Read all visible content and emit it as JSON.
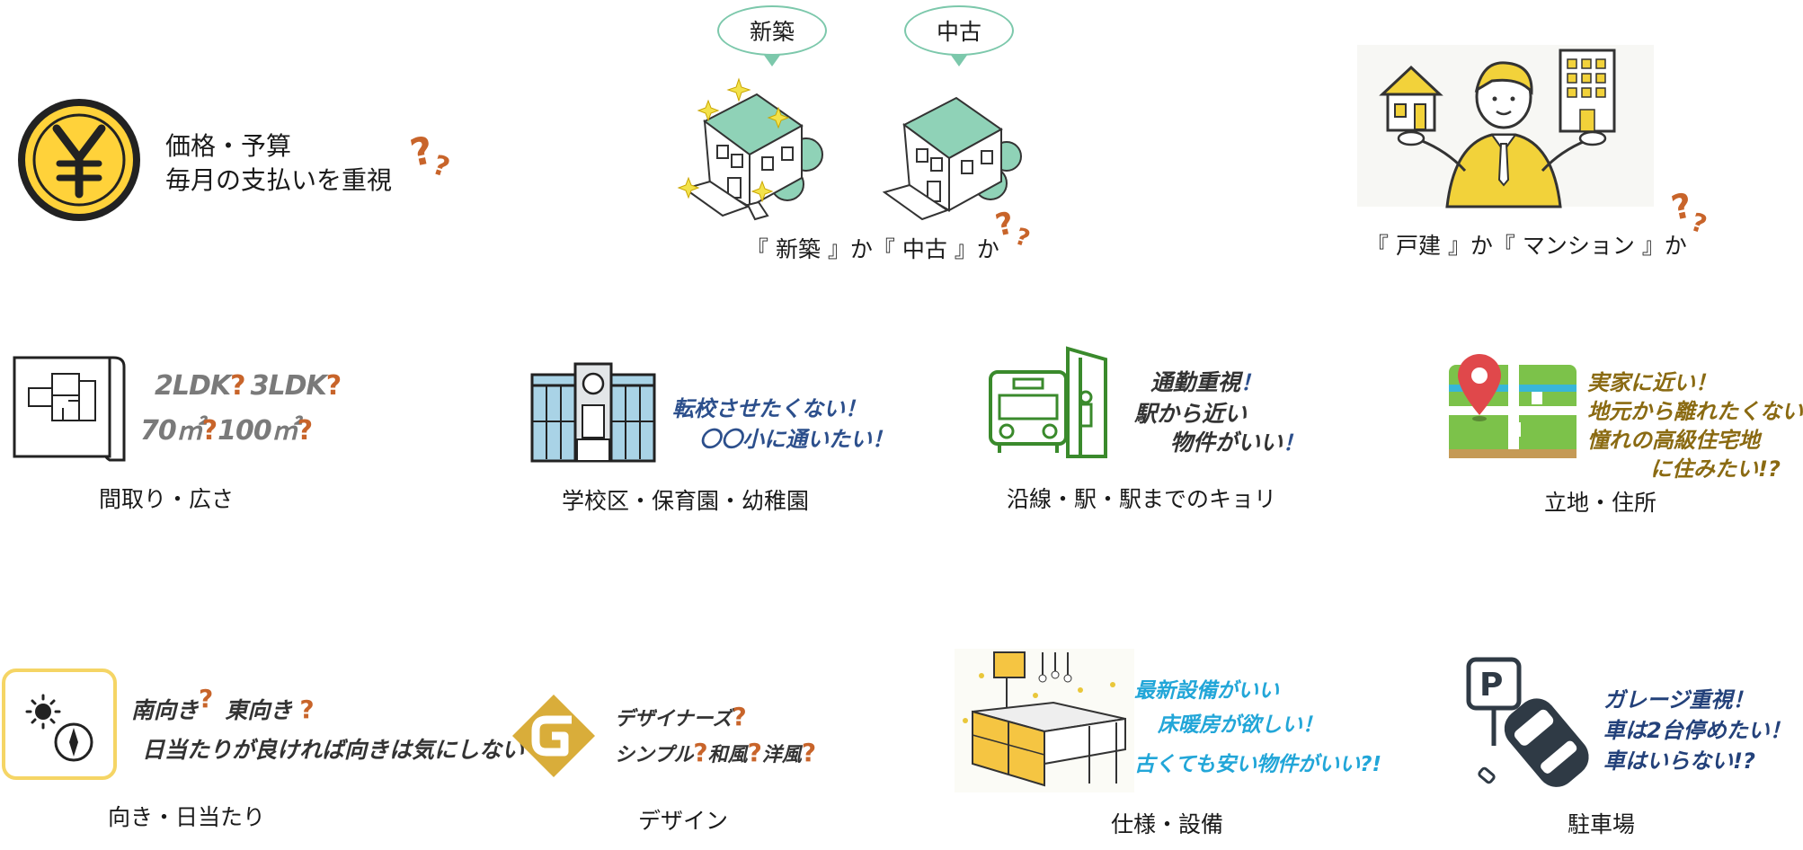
{
  "budget": {
    "line1": "価格・予算",
    "line2": "毎月の支払いを重視",
    "qmark": "?"
  },
  "new_used": {
    "bubble_new": "新築",
    "bubble_used": "中古",
    "caption": "『 新築 』か『 中古 』か",
    "qmark": "?"
  },
  "house_condo": {
    "caption": "『 戸建 』か『 マンション 』か",
    "qmark": "?"
  },
  "layout": {
    "line1": "2LDK",
    "line1b": "3LDK",
    "line2": "70㎡",
    "line2b": "100㎡",
    "qmark": "?",
    "caption": "間取り・広さ"
  },
  "school": {
    "line1": "転校させたくない！",
    "line2": "〇〇小に通いたい！",
    "caption": "学校区・保育園・幼稚園"
  },
  "station": {
    "line1": "通勤重視",
    "line2": "駅から近い",
    "line3": "物件がいい",
    "excl": "！",
    "caption": "沿線・駅・駅までのキョリ"
  },
  "location": {
    "line1": "実家に近い！",
    "line2": "地元から離れたくない",
    "line3": "憧れの高級住宅地",
    "line4": "に住みたい!?",
    "caption": "立地・住所"
  },
  "orientation": {
    "line1a": "南向き",
    "line1b": "東向き",
    "line2": "日当たりが良ければ向きは気にしない",
    "qmark": "?",
    "caption": "向き・日当たり"
  },
  "design": {
    "line1": "デザイナーズ",
    "line2a": "シンプル",
    "line2b": "和風",
    "line2c": "洋風",
    "qmark": "?",
    "caption": "デザイン"
  },
  "facilities": {
    "line1": "最新設備がいい",
    "line2": "床暖房が欲しい！",
    "line3": "古くても安い物件がいい?!",
    "caption": "仕様・設備"
  },
  "parking": {
    "line1": "ガレージ重視！",
    "line2": "車は2台停めたい！",
    "line3": "車はいらない!?",
    "sign": "P",
    "caption": "駐車場"
  },
  "colors": {
    "accent_green": "#7cc8ab",
    "question_orange": "#c8642a",
    "yen_yellow": "#ffd23a",
    "suit_yellow": "#f2d23a"
  }
}
